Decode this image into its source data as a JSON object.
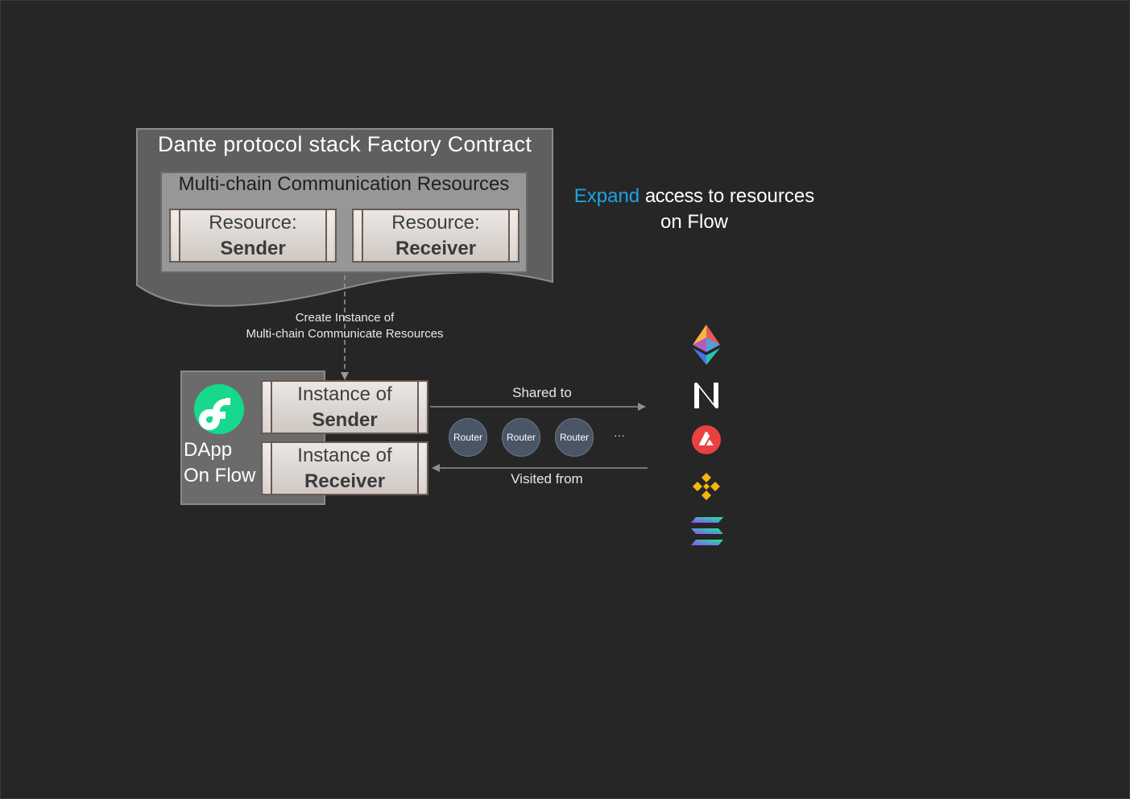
{
  "factory": {
    "title": "Dante protocol stack Factory Contract",
    "resources_title": "Multi-chain Communication Resources",
    "sender": {
      "line1": "Resource:",
      "line2": "Sender"
    },
    "receiver": {
      "line1": "Resource:",
      "line2": "Receiver"
    }
  },
  "create_label": {
    "line1": "Create Instance of",
    "line2": "Multi-chain Communicate Resources"
  },
  "dapp": {
    "line1": "DApp",
    "line2": "On Flow",
    "logo_icon": "flow-logo-icon",
    "instance_sender": {
      "line1": "Instance of",
      "line2": "Sender"
    },
    "instance_receiver": {
      "line1": "Instance of",
      "line2": "Receiver"
    }
  },
  "links": {
    "shared_to": "Shared to",
    "visited_from": "Visited from",
    "routers": [
      "Router",
      "Router",
      "Router"
    ],
    "ellipsis": "···"
  },
  "tagline": {
    "word1": "Expand",
    "word2": "access",
    "rest_line1": "to resources",
    "line2": "on Flow",
    "highlight_color": "#1aa3e8"
  },
  "chains": [
    "ethereum-icon",
    "near-icon",
    "avalanche-icon",
    "bnb-icon",
    "solana-icon"
  ],
  "colors": {
    "background": "#262626",
    "flow_green": "#16d98c",
    "avalanche_red": "#e84142",
    "bnb_yellow": "#f0b90b"
  }
}
